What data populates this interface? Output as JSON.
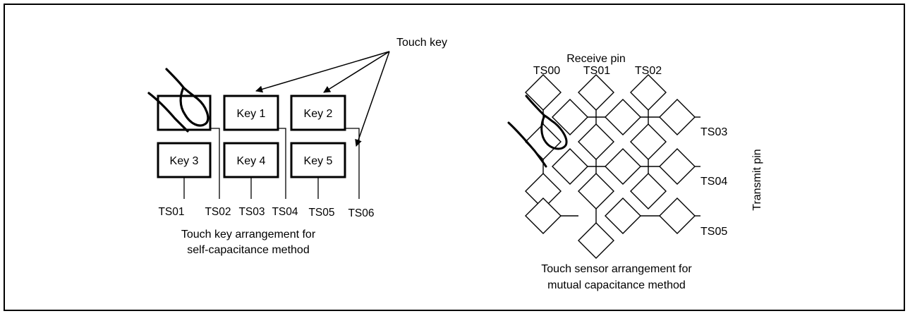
{
  "self_capacitance": {
    "callout": "Touch key",
    "keys": [
      {
        "label": ""
      },
      {
        "label": "Key 1"
      },
      {
        "label": "Key 2"
      },
      {
        "label": "Key 3"
      },
      {
        "label": "Key 4"
      },
      {
        "label": "Key 5"
      }
    ],
    "pins": [
      "TS01",
      "TS02",
      "TS03",
      "TS04",
      "TS05",
      "TS06"
    ],
    "caption_line1": "Touch key arrangement for",
    "caption_line2": "self-capacitance method"
  },
  "mutual_capacitance": {
    "receive_label": "Receive pin",
    "transmit_label": "Transmit pin",
    "receive_pins": [
      "TS00",
      "TS01",
      "TS02"
    ],
    "transmit_pins": [
      "TS03",
      "TS04",
      "TS05"
    ],
    "caption_line1": "Touch sensor arrangement for",
    "caption_line2": "mutual capacitance method"
  }
}
